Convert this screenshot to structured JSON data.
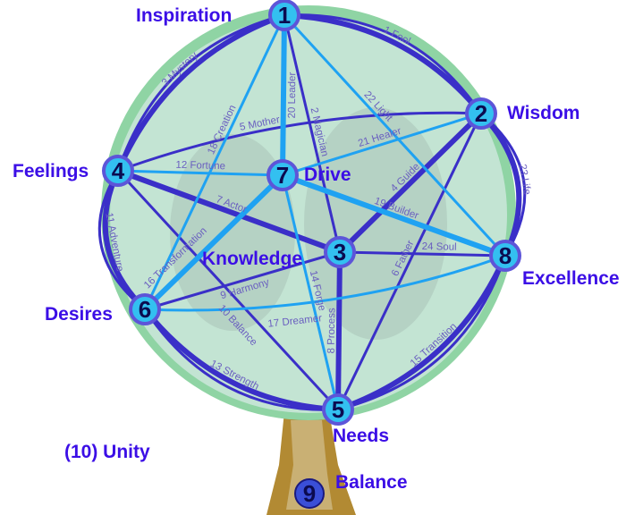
{
  "colors": {
    "dark": "#3a2fc8",
    "light": "#1fa2f2",
    "node_fill": "#33c0f0",
    "node_ring": "#5d55d8",
    "label": "#3b0ee6",
    "canopy": "#bfe2d4",
    "canopy_edge": "#8fd4a4",
    "trunk": "#a8802a"
  },
  "nodes": [
    {
      "id": "1",
      "name": "Inspiration"
    },
    {
      "id": "2",
      "name": "Wisdom"
    },
    {
      "id": "3",
      "name": "Knowledge"
    },
    {
      "id": "4",
      "name": "Feelings"
    },
    {
      "id": "5",
      "name": "Needs"
    },
    {
      "id": "6",
      "name": "Desires"
    },
    {
      "id": "7",
      "name": "Drive"
    },
    {
      "id": "8",
      "name": "Excellence"
    },
    {
      "id": "9",
      "name": "Balance"
    }
  ],
  "unity_label": "(10) Unity",
  "edges": [
    {
      "from": "1",
      "to": "2",
      "label": "1 Fool",
      "style": "dark",
      "weight": "major",
      "outer": true
    },
    {
      "from": "1",
      "to": "3",
      "label": "2 Magician",
      "style": "dark",
      "weight": "minor"
    },
    {
      "from": "4",
      "to": "1",
      "label": "3 Mystery",
      "style": "dark",
      "weight": "major",
      "outer": true
    },
    {
      "from": "3",
      "to": "2",
      "label": "4 Guide",
      "style": "dark",
      "weight": "major"
    },
    {
      "from": "4",
      "to": "2",
      "label": "5 Mother",
      "style": "dark",
      "weight": "minor",
      "bend": true
    },
    {
      "from": "5",
      "to": "2",
      "label": "6 Father",
      "style": "dark",
      "weight": "minor"
    },
    {
      "from": "4",
      "to": "3",
      "label": "7 Actor",
      "style": "dark",
      "weight": "major"
    },
    {
      "from": "3",
      "to": "5",
      "label": "8 Process",
      "style": "dark",
      "weight": "major"
    },
    {
      "from": "6",
      "to": "3",
      "label": "9 Harmony",
      "style": "dark",
      "weight": "minor"
    },
    {
      "from": "4",
      "to": "5",
      "label": "10 Balance",
      "style": "dark",
      "weight": "minor"
    },
    {
      "from": "6",
      "to": "4",
      "label": "11 Adventure",
      "style": "dark",
      "weight": "major",
      "outer": true
    },
    {
      "from": "4",
      "to": "7",
      "label": "12 Fortune",
      "style": "light",
      "weight": "minor"
    },
    {
      "from": "6",
      "to": "5",
      "label": "13 Strength",
      "style": "dark",
      "weight": "major",
      "outer": true
    },
    {
      "from": "7",
      "to": "5",
      "label": "14 Forge",
      "style": "light",
      "weight": "minor"
    },
    {
      "from": "5",
      "to": "8",
      "label": "15 Transition",
      "style": "dark",
      "weight": "major",
      "outer": true
    },
    {
      "from": "6",
      "to": "7",
      "label": "16 Transformation",
      "style": "light",
      "weight": "major"
    },
    {
      "from": "6",
      "to": "8",
      "label": "17 Dreamer",
      "style": "light",
      "weight": "minor",
      "bend": true
    },
    {
      "from": "6",
      "to": "1",
      "label": "18 Creation",
      "style": "light",
      "weight": "minor"
    },
    {
      "from": "7",
      "to": "8",
      "label": "19 Builder",
      "style": "light",
      "weight": "major"
    },
    {
      "from": "7",
      "to": "1",
      "label": "20 Leader",
      "style": "light",
      "weight": "major"
    },
    {
      "from": "7",
      "to": "2",
      "label": "21 Healer",
      "style": "light",
      "weight": "minor"
    },
    {
      "from": "1",
      "to": "8",
      "label": "22 Light",
      "style": "light",
      "weight": "minor"
    },
    {
      "from": "2",
      "to": "8",
      "label": "23 Life",
      "style": "dark",
      "weight": "major",
      "outer": true
    },
    {
      "from": "3",
      "to": "8",
      "label": "24 Soul",
      "style": "dark",
      "weight": "minor"
    }
  ]
}
